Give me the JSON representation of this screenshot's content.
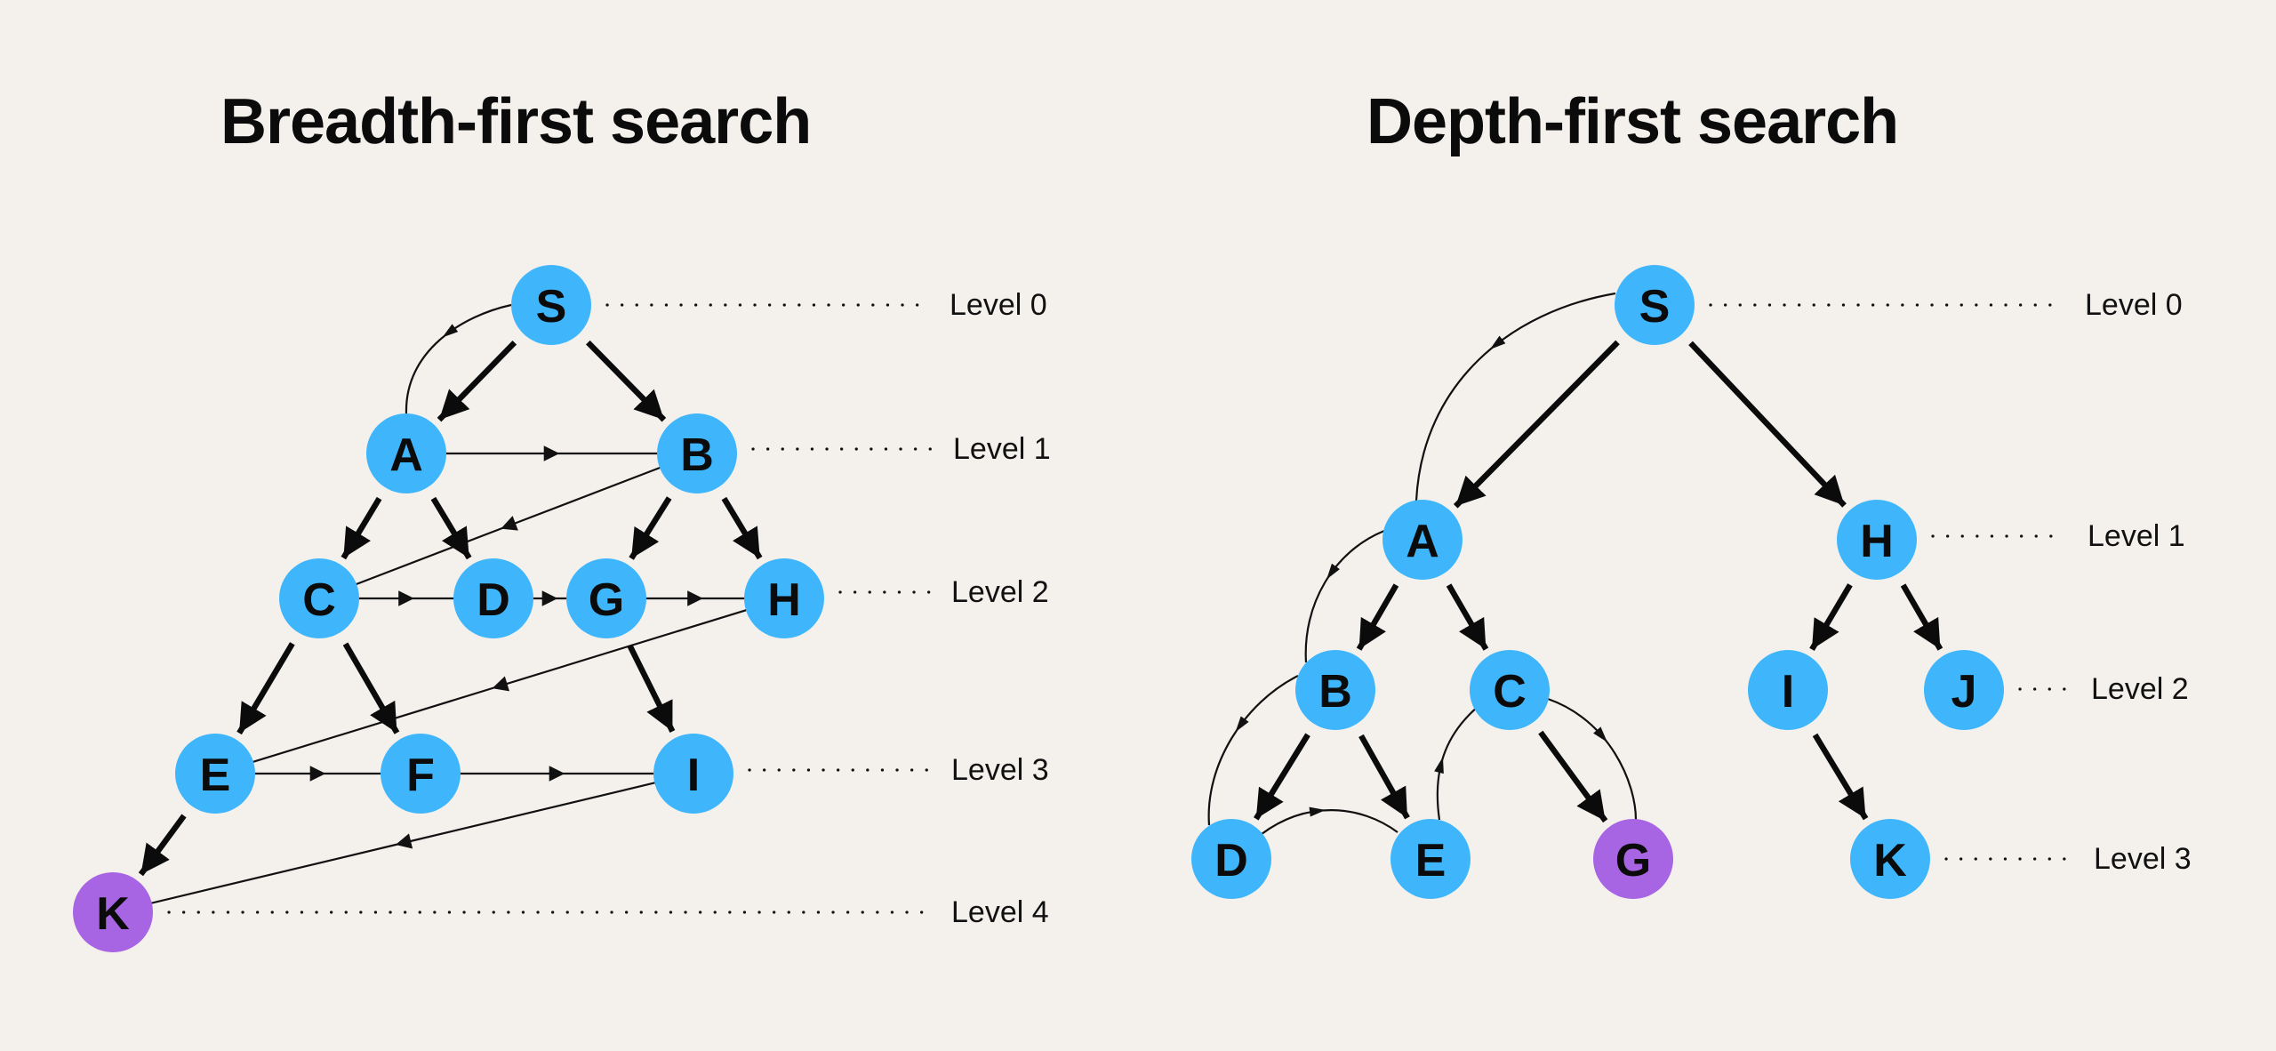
{
  "colors": {
    "background": "#f4f1ed",
    "node": "#3fb6fc",
    "goal_node": "#a764e3",
    "text": "#0b0b0b"
  },
  "bfs": {
    "title": "Breadth-first search",
    "nodes": [
      {
        "id": "S",
        "label": "S",
        "level": 0,
        "goal": false
      },
      {
        "id": "A",
        "label": "A",
        "level": 1,
        "goal": false
      },
      {
        "id": "B",
        "label": "B",
        "level": 1,
        "goal": false
      },
      {
        "id": "C",
        "label": "C",
        "level": 2,
        "goal": false
      },
      {
        "id": "D",
        "label": "D",
        "level": 2,
        "goal": false
      },
      {
        "id": "G",
        "label": "G",
        "level": 2,
        "goal": false
      },
      {
        "id": "H",
        "label": "H",
        "level": 2,
        "goal": false
      },
      {
        "id": "E",
        "label": "E",
        "level": 3,
        "goal": false
      },
      {
        "id": "F",
        "label": "F",
        "level": 3,
        "goal": false
      },
      {
        "id": "I",
        "label": "I",
        "level": 3,
        "goal": false
      },
      {
        "id": "K",
        "label": "K",
        "level": 4,
        "goal": true
      }
    ],
    "tree_edges": [
      [
        "S",
        "A"
      ],
      [
        "S",
        "B"
      ],
      [
        "A",
        "C"
      ],
      [
        "A",
        "D"
      ],
      [
        "B",
        "G"
      ],
      [
        "B",
        "H"
      ],
      [
        "C",
        "E"
      ],
      [
        "C",
        "F"
      ],
      [
        "G",
        "I"
      ],
      [
        "E",
        "K"
      ]
    ],
    "traversal_edges": [
      [
        "S",
        "A"
      ],
      [
        "A",
        "B"
      ],
      [
        "B",
        "C"
      ],
      [
        "C",
        "D"
      ],
      [
        "D",
        "G"
      ],
      [
        "G",
        "H"
      ],
      [
        "H",
        "E"
      ],
      [
        "E",
        "F"
      ],
      [
        "F",
        "I"
      ],
      [
        "I",
        "K"
      ]
    ],
    "levels": [
      "Level 0",
      "Level 1",
      "Level 2",
      "Level 3",
      "Level 4"
    ]
  },
  "dfs": {
    "title": "Depth-first search",
    "nodes": [
      {
        "id": "S",
        "label": "S",
        "level": 0,
        "goal": false
      },
      {
        "id": "A",
        "label": "A",
        "level": 1,
        "goal": false
      },
      {
        "id": "H",
        "label": "H",
        "level": 1,
        "goal": false
      },
      {
        "id": "B",
        "label": "B",
        "level": 2,
        "goal": false
      },
      {
        "id": "C",
        "label": "C",
        "level": 2,
        "goal": false
      },
      {
        "id": "I",
        "label": "I",
        "level": 2,
        "goal": false
      },
      {
        "id": "J",
        "label": "J",
        "level": 2,
        "goal": false
      },
      {
        "id": "D",
        "label": "D",
        "level": 3,
        "goal": false
      },
      {
        "id": "E",
        "label": "E",
        "level": 3,
        "goal": false
      },
      {
        "id": "G",
        "label": "G",
        "level": 3,
        "goal": true
      },
      {
        "id": "K",
        "label": "K",
        "level": 3,
        "goal": false
      }
    ],
    "tree_edges": [
      [
        "S",
        "A"
      ],
      [
        "S",
        "H"
      ],
      [
        "A",
        "B"
      ],
      [
        "A",
        "C"
      ],
      [
        "H",
        "I"
      ],
      [
        "H",
        "J"
      ],
      [
        "B",
        "D"
      ],
      [
        "B",
        "E"
      ],
      [
        "C",
        "G"
      ],
      [
        "I",
        "K"
      ]
    ],
    "traversal_edges": [
      [
        "S",
        "A"
      ],
      [
        "A",
        "B"
      ],
      [
        "B",
        "D"
      ],
      [
        "D",
        "E"
      ],
      [
        "E",
        "C"
      ],
      [
        "C",
        "G"
      ]
    ],
    "levels": [
      "Level 0",
      "Level 1",
      "Level 2",
      "Level 3"
    ]
  }
}
